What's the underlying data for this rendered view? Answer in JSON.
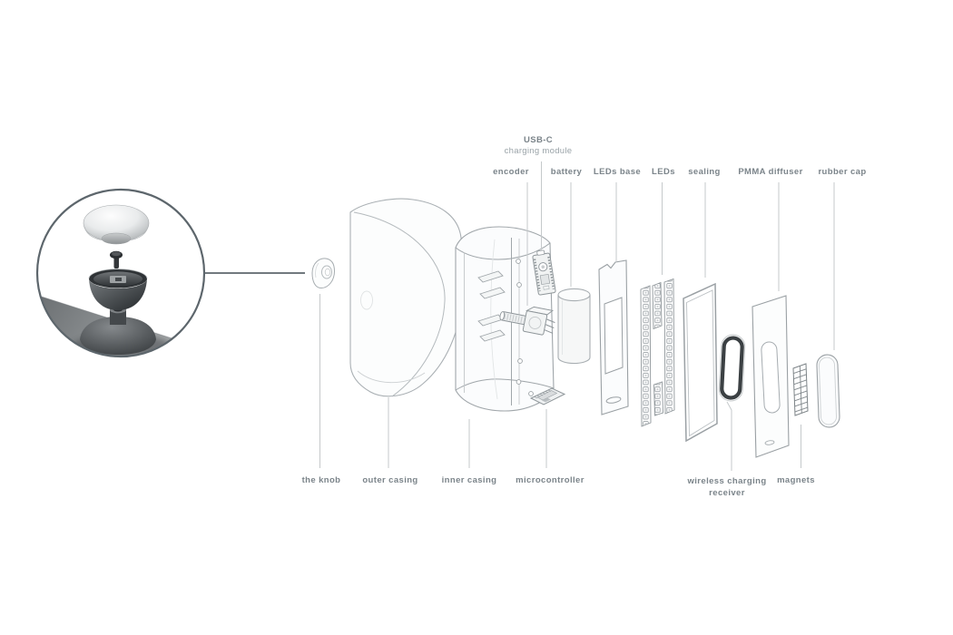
{
  "page": {
    "kind": "exploded-view product diagram"
  },
  "labels": {
    "usb_c_title": "USB-C",
    "usb_c_subtitle": "charging module",
    "encoder": "encoder",
    "battery": "battery",
    "leds_base": "LEDs base",
    "leds": "LEDs",
    "sealing": "sealing",
    "pmma_diffuser": "PMMA diffuser",
    "rubber_cap": "rubber cap",
    "the_knob": "the knob",
    "outer_casing": "outer casing",
    "inner_casing": "inner casing",
    "microcontroller": "microcontroller",
    "wireless_charging_receiver": "wireless charging receiver",
    "magnets": "magnets"
  },
  "colors": {
    "label_text": "#7b848a",
    "sub_label_text": "#9aa3a8",
    "line_art": "#9aa0a4",
    "leader_line": "#c5c9cb",
    "inset_ring": "#5d666c",
    "receiver_ring": "#3b4043"
  }
}
